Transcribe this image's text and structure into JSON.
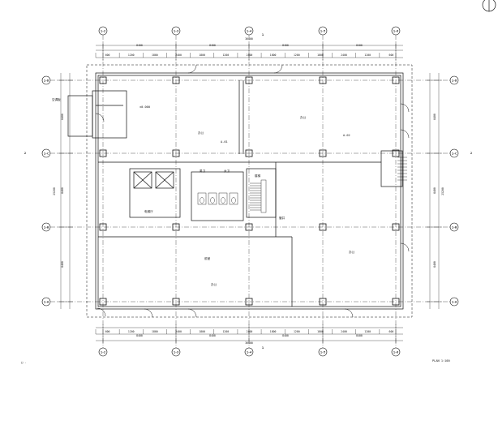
{
  "drawing": {
    "title_block": "PLAN 1:100",
    "section_marker": "2",
    "sheet_mark": "1",
    "corner_note": "□ ."
  },
  "grid": {
    "top_axes": [
      "1-2",
      "1-3",
      "1-4",
      "1-5",
      "1-6"
    ],
    "bottom_axes": [
      "1-2",
      "1-3",
      "1-4",
      "1-5",
      "1-6"
    ],
    "left_axes": [
      "1-D",
      "1-C",
      "1-B",
      "1-A"
    ],
    "right_axes": [
      "1-D",
      "1-C",
      "1-B",
      "1-A"
    ]
  },
  "dimensions": {
    "top_overall": "36400",
    "bottom_overall": "36400",
    "top_bays": [
      "8400",
      "8400",
      "8400",
      "8400"
    ],
    "bottom_bays": [
      "8400",
      "8400",
      "8400",
      "8400"
    ],
    "top_segments": [
      "600",
      "1200",
      "1800",
      "2400",
      "1800",
      "1200",
      "2400",
      "1800",
      "1200",
      "1800",
      "2400",
      "1200",
      "600"
    ],
    "bottom_segments": [
      "600",
      "1200",
      "1800",
      "2400",
      "1800",
      "1200",
      "2400",
      "1800",
      "1200",
      "1800",
      "2400",
      "1200",
      "600"
    ],
    "left_overall": "25200",
    "right_overall": "25200",
    "side_bays": [
      "8400",
      "8400",
      "8400"
    ]
  },
  "rooms": {
    "office_nw": "办公",
    "office_ne": "办公",
    "office_se": "办公",
    "office_sw": "办公",
    "elevator_hall": "电梯厅",
    "stair": "楼梯",
    "toilet_m": "男卫",
    "toilet_f": "女卫"
  },
  "annotations": {
    "note_1": "A-01",
    "note_2": "A-02",
    "note_3": "空调板",
    "note_4": "管井",
    "note_5": "前室",
    "level": "±0.000"
  }
}
